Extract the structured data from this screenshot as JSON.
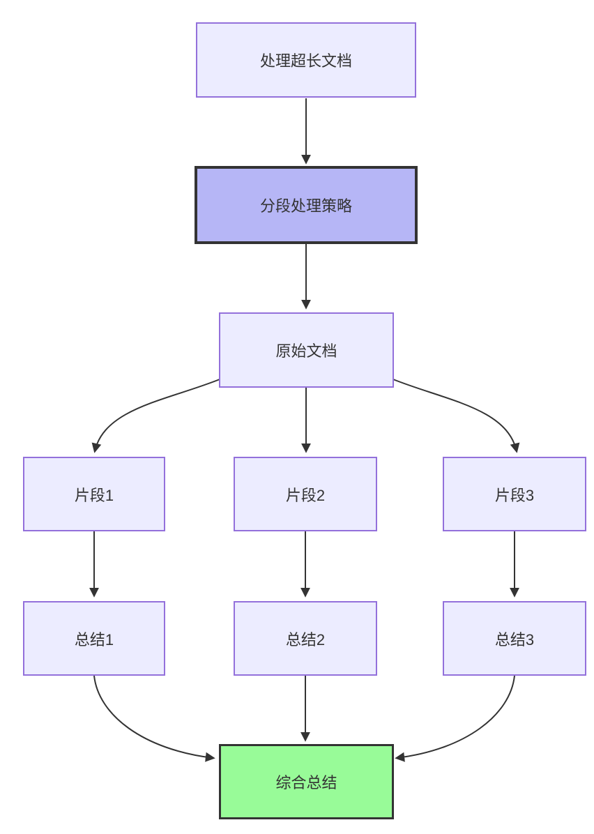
{
  "diagram": {
    "type": "flowchart",
    "direction": "top-down",
    "nodes": {
      "task": {
        "label": "处理超长文档",
        "style": "default"
      },
      "strategy": {
        "label": "分段处理策略",
        "style": "highlight"
      },
      "doc": {
        "label": "原始文档",
        "style": "default"
      },
      "chunk1": {
        "label": "片段1",
        "style": "default"
      },
      "chunk2": {
        "label": "片段2",
        "style": "default"
      },
      "chunk3": {
        "label": "片段3",
        "style": "default"
      },
      "sum1": {
        "label": "总结1",
        "style": "default"
      },
      "sum2": {
        "label": "总结2",
        "style": "default"
      },
      "sum3": {
        "label": "总结3",
        "style": "default"
      },
      "final": {
        "label": "综合总结",
        "style": "success"
      }
    },
    "edges": [
      {
        "from": "处理超长文档",
        "to": "分段处理策略"
      },
      {
        "from": "分段处理策略",
        "to": "原始文档"
      },
      {
        "from": "原始文档",
        "to": "片段1"
      },
      {
        "from": "原始文档",
        "to": "片段2"
      },
      {
        "from": "原始文档",
        "to": "片段3"
      },
      {
        "from": "片段1",
        "to": "总结1"
      },
      {
        "from": "片段2",
        "to": "总结2"
      },
      {
        "from": "片段3",
        "to": "总结3"
      },
      {
        "from": "总结1",
        "to": "综合总结"
      },
      {
        "from": "总结2",
        "to": "综合总结"
      },
      {
        "from": "总结3",
        "to": "综合总结"
      }
    ],
    "colors": {
      "node_fill": "#ECECFF",
      "node_border": "#9370DB",
      "highlight_fill": "#B6B6F6",
      "highlight_border": "#333333",
      "success_fill": "#98FB98",
      "success_border": "#333333",
      "edge": "#333333",
      "text": "#333333",
      "bg": "#FFFFFF"
    }
  }
}
